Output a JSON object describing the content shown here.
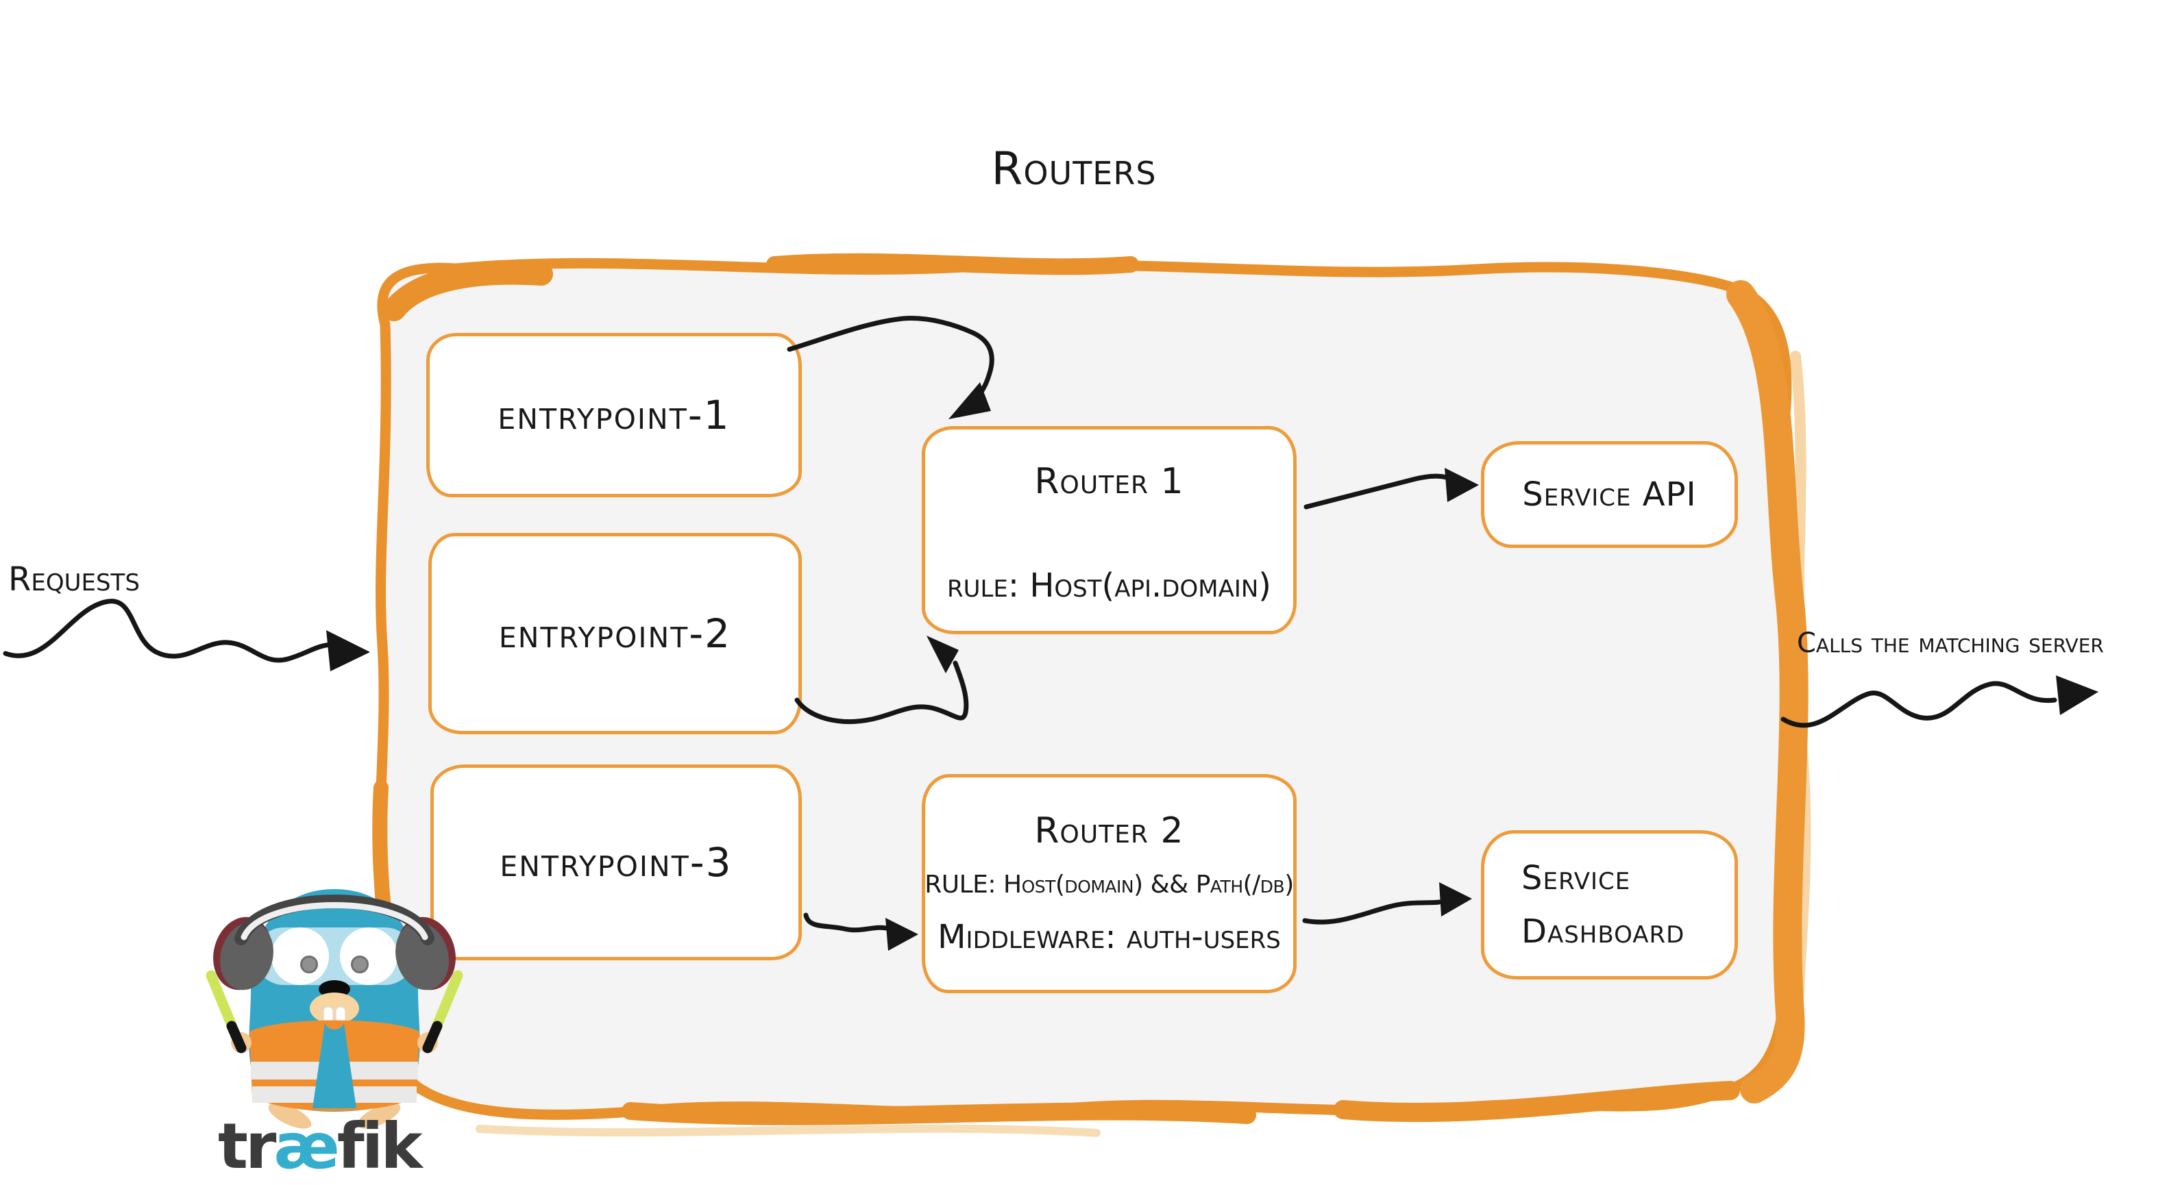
{
  "diagram": {
    "title": "Routers",
    "requests_label": "Requests",
    "calls_label": "Calls the matching server",
    "entrypoints": [
      {
        "label": "entrypoint-1"
      },
      {
        "label": "entrypoint-2"
      },
      {
        "label": "entrypoint-3"
      }
    ],
    "routers": [
      {
        "title": "Router 1",
        "rule": "rule: Host(api.domain)"
      },
      {
        "title": "Router 2",
        "rule": "RULE: Host(domain) && Path(/db)",
        "middleware": "Middleware: auth-users"
      }
    ],
    "services": [
      {
        "lines": [
          "Service API"
        ]
      },
      {
        "lines": [
          "Service",
          "Dashboard"
        ]
      }
    ],
    "logo": {
      "wordmark_pre": "tr",
      "wordmark_ae": "æ",
      "wordmark_post": "fik"
    },
    "colors": {
      "panel_border_orange": "#E8912D",
      "box_border_orange": "#EE9C3B",
      "panel_bg": "#F4F4F4",
      "box_bg": "#FFFFFF",
      "ink": "#181818",
      "gopher_teal": "#36A6C6",
      "vest_orange": "#F08E2E",
      "baton_green": "#CDE45B",
      "earmuff_gray": "#606060",
      "earmuff_red": "#7D2F36",
      "wordmark_gray": "#3C3C3C",
      "wordmark_ae_teal": "#35AECE"
    }
  }
}
